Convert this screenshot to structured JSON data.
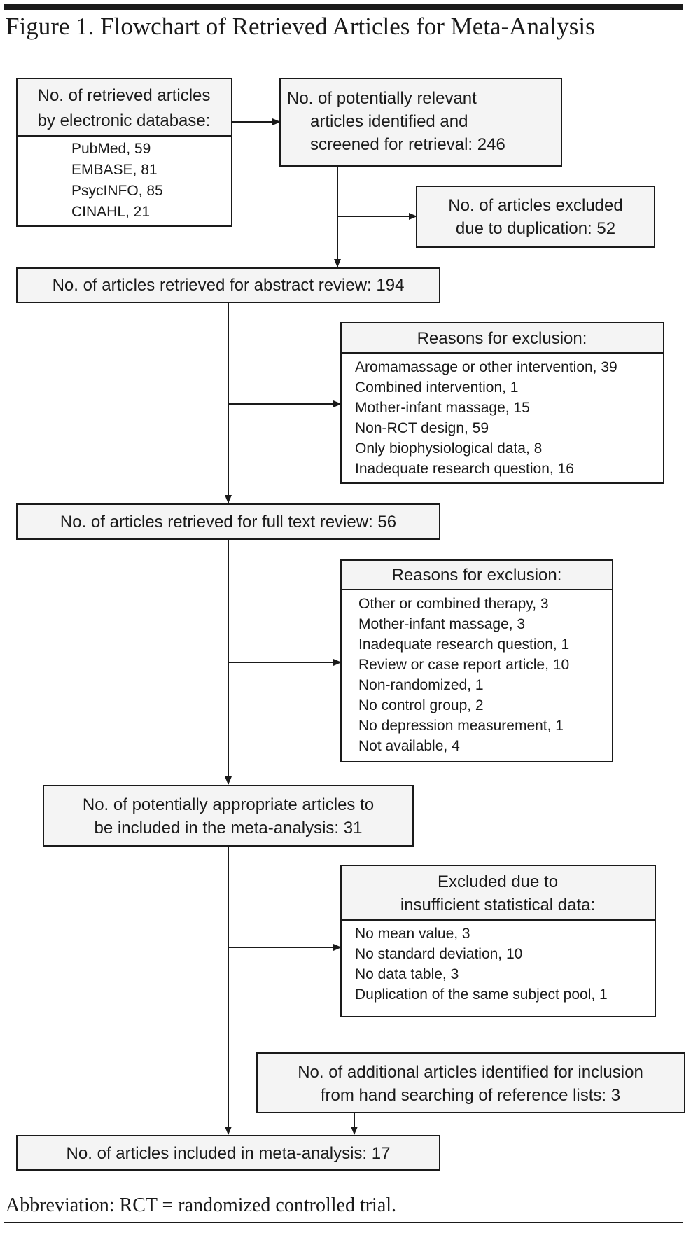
{
  "figure": {
    "title": "Figure 1. Flowchart of Retrieved Articles for Meta-Analysis",
    "footnote": "Abbreviation: RCT = randomized controlled trial."
  },
  "boxes": {
    "retrieved": {
      "header": [
        "No. of retrieved articles",
        "by electronic database:"
      ],
      "items": [
        "PubMed, 59",
        "EMBASE, 81",
        "PsycINFO, 85",
        "CINAHL, 21"
      ]
    },
    "potentially_relevant": {
      "lines": [
        "No. of potentially relevant",
        "articles identified and",
        "screened for retrieval: 246"
      ]
    },
    "duplication": {
      "lines": [
        "No. of articles excluded",
        "due to duplication:  52"
      ]
    },
    "abstract_review": {
      "lines": [
        "No. of articles retrieved for abstract review: 194"
      ]
    },
    "exclusion_1": {
      "header": [
        "Reasons for exclusion:"
      ],
      "items": [
        "Aromamassage or other intervention, 39",
        "Combined intervention, 1",
        "Mother-infant massage, 15",
        "Non-RCT design, 59",
        "Only biophysiological data, 8",
        "Inadequate research question, 16"
      ]
    },
    "full_text_review": {
      "lines": [
        "No. of articles retrieved for full text review: 56"
      ]
    },
    "exclusion_2": {
      "header": [
        "Reasons for exclusion:"
      ],
      "items": [
        "Other or combined therapy, 3",
        "Mother-infant massage, 3",
        "Inadequate research question, 1",
        "Review or case report article, 10",
        "Non-randomized, 1",
        "No control group, 2",
        "No depression measurement, 1",
        "Not available, 4"
      ]
    },
    "potentially_appropriate": {
      "lines": [
        "No. of potentially appropriate articles to",
        "be included in the meta-analysis: 31"
      ]
    },
    "insufficient_data": {
      "header": [
        "Excluded due to",
        "insufficient statistical data:"
      ],
      "items": [
        "No mean value, 3",
        "No standard deviation, 10",
        "No data table, 3",
        "Duplication of the same subject pool, 1"
      ]
    },
    "hand_search": {
      "lines": [
        "No. of additional articles identified for inclusion",
        "from hand searching of reference lists: 3"
      ]
    },
    "included": {
      "lines": [
        "No. of articles included in meta-analysis: 17"
      ]
    }
  },
  "colors": {
    "line": "#1a1a1a",
    "box_fill": "#f4f4f4",
    "box_white": "#ffffff"
  }
}
